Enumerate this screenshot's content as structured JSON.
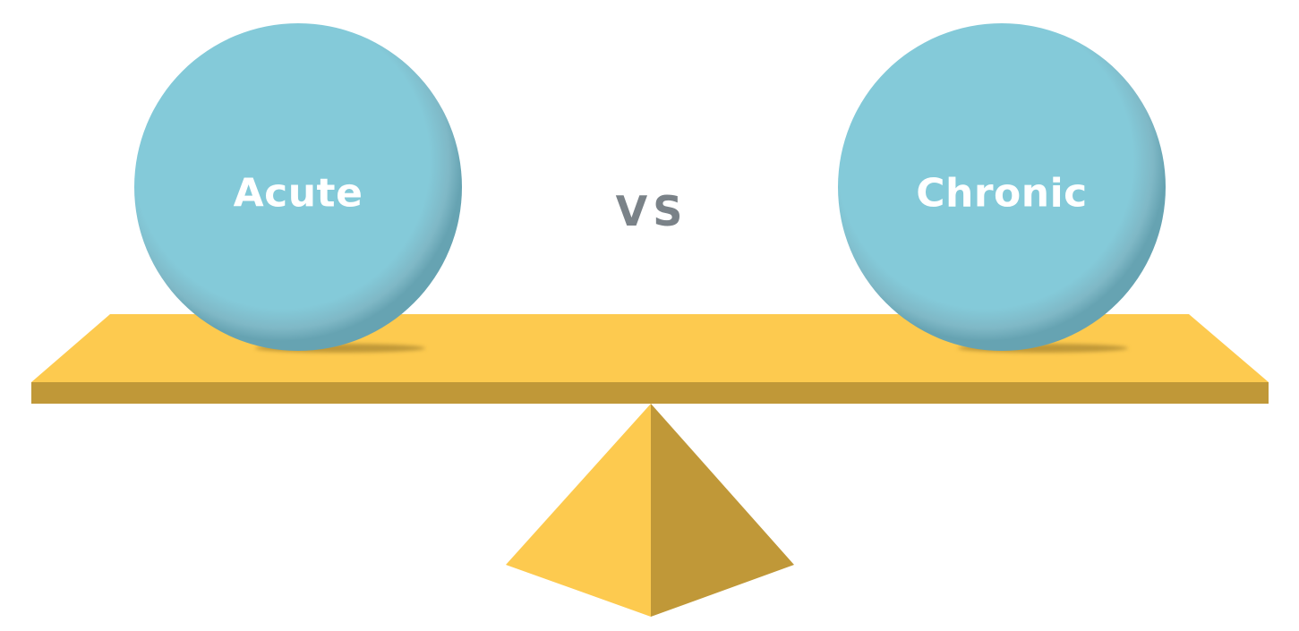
{
  "diagram": {
    "left_item": {
      "label": "Acute"
    },
    "right_item": {
      "label": "Chronic"
    },
    "separator": "VS"
  },
  "colors": {
    "circle_fill": "#84cad9",
    "circle_edge": "#68a6b4",
    "board_top": "#fdca4f",
    "board_front": "#c09838",
    "fulcrum_light": "#fdca4f",
    "fulcrum_dark": "#c09838",
    "vs_text": "#7a8288",
    "label_text": "#ffffff"
  }
}
